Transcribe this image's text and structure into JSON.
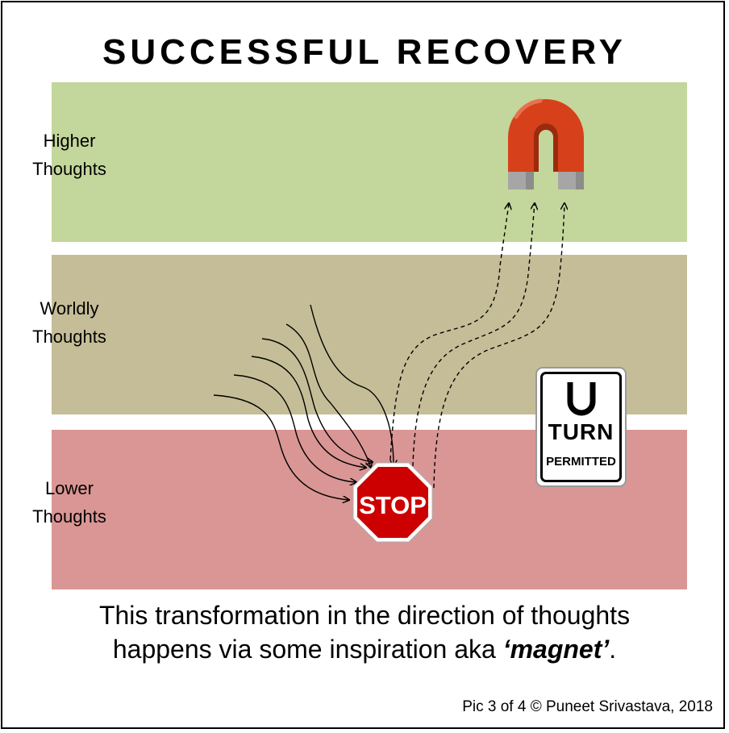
{
  "title": "SUCCESSFUL RECOVERY",
  "bands": {
    "higher": {
      "line1": "Higher",
      "line2": "Thoughts",
      "color": "#c3d69b"
    },
    "worldly": {
      "line1": "Worldly",
      "line2": "Thoughts",
      "color": "#c4bd97"
    },
    "lower": {
      "line1": "Lower",
      "line2": "Thoughts",
      "color": "#d99694"
    }
  },
  "stop_sign": {
    "text": "STOP",
    "color": "#cc0000"
  },
  "uturn_sign": {
    "word": "TURN",
    "permitted": "PERMITTED"
  },
  "magnet": {
    "color": "#d6401a",
    "tip_color": "#a6a6a6"
  },
  "icons": [
    "magnet-icon",
    "stop-sign-icon",
    "u-turn-sign-icon",
    "arrow-icon"
  ],
  "caption": {
    "line1": "This transformation in the direction of thoughts",
    "line2_prefix": "happens via some inspiration aka ",
    "line2_emphasis": "‘magnet’",
    "line2_suffix": "."
  },
  "credit": "Pic 3 of 4 © Puneet Srivastava, 2018"
}
